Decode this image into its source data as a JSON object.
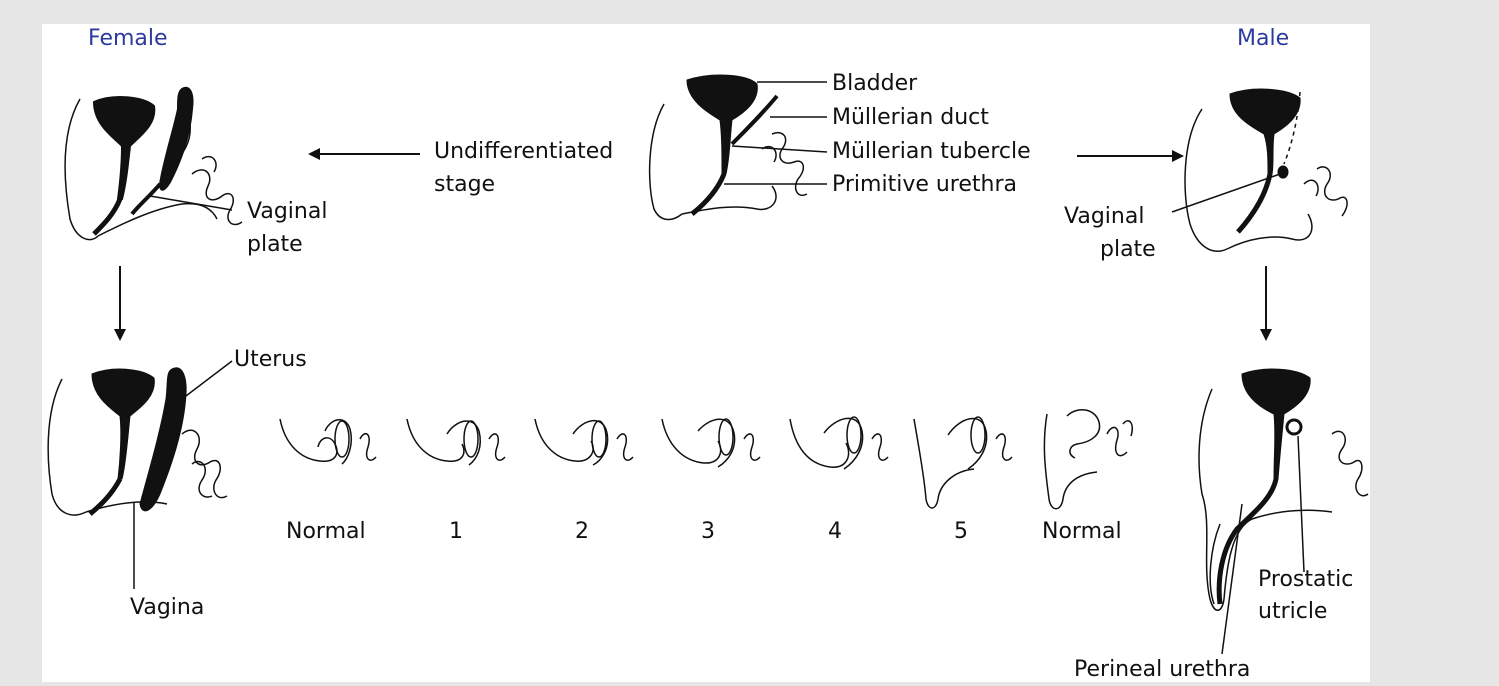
{
  "header": {
    "female": "Female",
    "male": "Male"
  },
  "undifferentiated": {
    "stage_label_line1": "Undifferentiated",
    "stage_label_line2": "stage",
    "bladder": "Bladder",
    "mullerian_duct": "Müllerian duct",
    "mullerian_tubercle": "Müllerian tubercle",
    "primitive_urethra": "Primitive urethra"
  },
  "female": {
    "vaginal_plate_line1": "Vaginal",
    "vaginal_plate_line2": "plate",
    "uterus": "Uterus",
    "vagina": "Vagina"
  },
  "male": {
    "vaginal_plate_line1": "Vaginal",
    "vaginal_plate_line2": "plate",
    "prostatic_utricle_line1": "Prostatic",
    "prostatic_utricle_line2": "utricle",
    "perineal_urethra": "Perineal urethra"
  },
  "series": {
    "labels": [
      "Normal",
      "1",
      "2",
      "3",
      "4",
      "5",
      "Normal"
    ]
  },
  "colors": {
    "sex_heading": "#2d3a9e",
    "ink": "#111111"
  }
}
